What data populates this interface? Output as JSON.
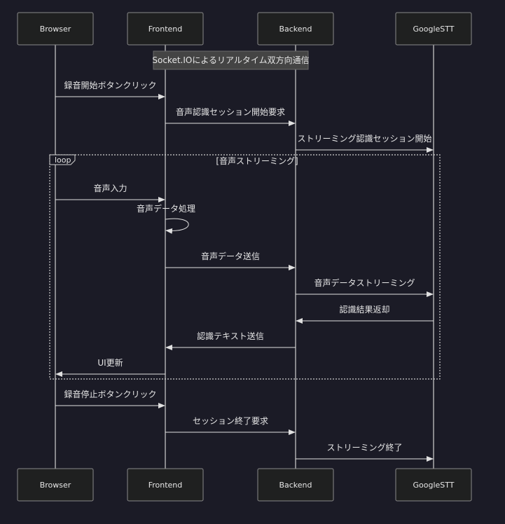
{
  "participants": [
    {
      "id": "browser",
      "label": "Browser"
    },
    {
      "id": "frontend",
      "label": "Frontend"
    },
    {
      "id": "backend",
      "label": "Backend"
    },
    {
      "id": "googlestt",
      "label": "GoogleSTT"
    }
  ],
  "note": {
    "text": "Socket.IOによるリアルタイム双方向通信"
  },
  "loop": {
    "label": "loop",
    "title": "[音声ストリーミング]"
  },
  "messages": [
    {
      "from": "browser",
      "to": "frontend",
      "text": "録音開始ボタンクリック"
    },
    {
      "from": "frontend",
      "to": "backend",
      "text": "音声認識セッション開始要求"
    },
    {
      "from": "backend",
      "to": "googlestt",
      "text": "ストリーミング認識セッション開始"
    },
    {
      "from": "browser",
      "to": "frontend",
      "text": "音声入力"
    },
    {
      "from": "frontend",
      "to": "frontend",
      "text": "音声データ処理"
    },
    {
      "from": "frontend",
      "to": "backend",
      "text": "音声データ送信"
    },
    {
      "from": "backend",
      "to": "googlestt",
      "text": "音声データストリーミング"
    },
    {
      "from": "googlestt",
      "to": "backend",
      "text": "認識結果返却"
    },
    {
      "from": "backend",
      "to": "frontend",
      "text": "認識テキスト送信"
    },
    {
      "from": "frontend",
      "to": "browser",
      "text": "UI更新"
    },
    {
      "from": "browser",
      "to": "frontend",
      "text": "録音停止ボタンクリック"
    },
    {
      "from": "frontend",
      "to": "backend",
      "text": "セッション終了要求"
    },
    {
      "from": "backend",
      "to": "googlestt",
      "text": "ストリーミング終了"
    }
  ]
}
